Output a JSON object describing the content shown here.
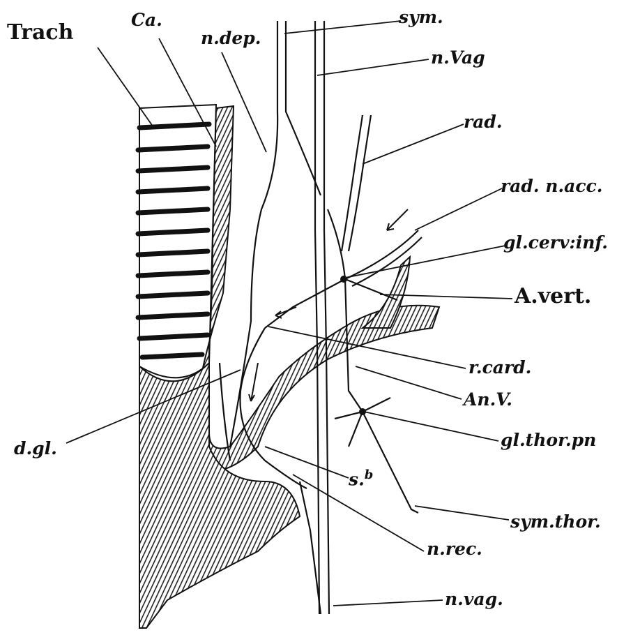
{
  "figure": {
    "labels": {
      "trach": "Trach",
      "ca": "Ca.",
      "n_dep": "n.dep.",
      "sym": "sym.",
      "n_vag_top": "n.Vag",
      "rad": "rad.",
      "rad_n_acc": "rad. n.acc.",
      "gl_cerv_inf": "gl.cerv:inf.",
      "a_vert": "A.vert.",
      "r_card": "r.card.",
      "an_v": "An.V.",
      "gl_thor_pn": "gl.thor.pn",
      "d_gl": "d.gl.",
      "s_b": "s.",
      "s_b_sup": "b",
      "sym_thor": "sym.thor.",
      "n_rec": "n.rec.",
      "n_vag_bottom": "n.vag."
    }
  }
}
